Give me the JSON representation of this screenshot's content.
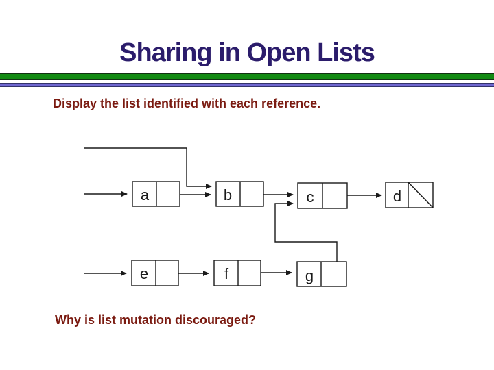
{
  "slide": {
    "title": "Sharing in Open Lists",
    "body_text": "Display the list identified with each reference.",
    "question_text": "Why is list mutation discouraged?"
  },
  "colors": {
    "title_text": "#2B1C6B",
    "body_text": "#7A1A10",
    "divider_green": "#128A12",
    "divider_purple": "#6E66CF",
    "diagram_lines": "#1A1A1A",
    "background": "#FFFFFF"
  },
  "diagram": {
    "nodes": [
      {
        "label": "a"
      },
      {
        "label": "b"
      },
      {
        "label": "c"
      },
      {
        "label": "d"
      },
      {
        "label": "e"
      },
      {
        "label": "f"
      },
      {
        "label": "g"
      }
    ]
  }
}
